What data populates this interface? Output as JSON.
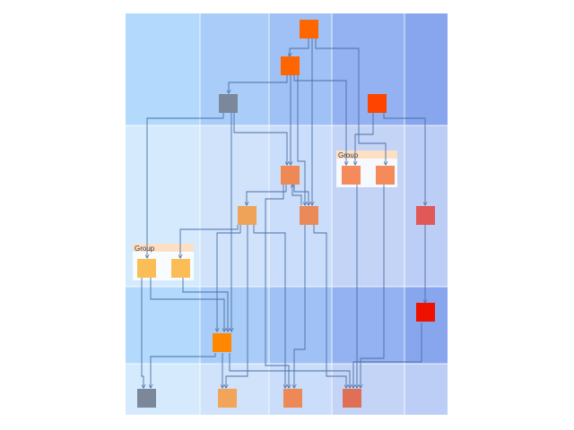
{
  "colors": {
    "col1": "#b3dafc",
    "col2": "#a9cdf8",
    "col3": "#9fc1f6",
    "col4": "#94b1f1",
    "col5": "#88a6ee",
    "row_tint": "#ffffff",
    "grid_line": "#ffffff",
    "edge": "#4a6fa5",
    "group_header": "#fde0c4",
    "group_body": "#ffffff"
  },
  "groups": [
    {
      "id": "g1",
      "label": "Group"
    },
    {
      "id": "g2",
      "label": "Group"
    }
  ],
  "nodes": [
    {
      "id": "n1",
      "color": "#ff6600",
      "shape": "square"
    },
    {
      "id": "n2",
      "color": "#ff6600",
      "shape": "square"
    },
    {
      "id": "n3",
      "color": "#7a8899",
      "shape": "square"
    },
    {
      "id": "n4",
      "color": "#ff4400",
      "shape": "square"
    },
    {
      "id": "n5",
      "color": "#ee8855",
      "shape": "square"
    },
    {
      "id": "n6",
      "color": "#f58a5a",
      "shape": "square"
    },
    {
      "id": "n7",
      "color": "#f58a5a",
      "shape": "square"
    },
    {
      "id": "n8",
      "color": "#eea358",
      "shape": "square"
    },
    {
      "id": "n9",
      "color": "#ea8a58",
      "shape": "square"
    },
    {
      "id": "n10",
      "color": "#e05858",
      "shape": "square"
    },
    {
      "id": "n11",
      "color": "#fbbd55",
      "shape": "square"
    },
    {
      "id": "n12",
      "color": "#fbbd55",
      "shape": "square"
    },
    {
      "id": "n13",
      "color": "#ee1100",
      "shape": "square"
    },
    {
      "id": "n14",
      "color": "#ff8800",
      "shape": "square"
    },
    {
      "id": "n15",
      "color": "#7a8899",
      "shape": "square"
    },
    {
      "id": "n16",
      "color": "#f2a45a",
      "shape": "square"
    },
    {
      "id": "n17",
      "color": "#ee8855",
      "shape": "square"
    },
    {
      "id": "n18",
      "color": "#e07055",
      "shape": "square"
    }
  ],
  "edges": [
    {
      "from": "n1",
      "to": "n2"
    },
    {
      "from": "n2",
      "to": "n3"
    },
    {
      "from": "n2",
      "to": "n5"
    },
    {
      "from": "n2",
      "to": "n6"
    },
    {
      "from": "n2",
      "to": "n9"
    },
    {
      "from": "n1",
      "to": "n9"
    },
    {
      "from": "n1",
      "to": "n7"
    },
    {
      "from": "n3",
      "to": "n5"
    },
    {
      "from": "n3",
      "to": "n11"
    },
    {
      "from": "n4",
      "to": "n6"
    },
    {
      "from": "n4",
      "to": "n10"
    },
    {
      "from": "n5",
      "to": "n8"
    },
    {
      "from": "n5",
      "to": "n9"
    },
    {
      "from": "n9",
      "to": "n5"
    },
    {
      "from": "n8",
      "to": "n14"
    },
    {
      "from": "n8",
      "to": "n12"
    },
    {
      "from": "n8",
      "to": "n17"
    },
    {
      "from": "n9",
      "to": "n18"
    },
    {
      "from": "n9",
      "to": "n17"
    },
    {
      "from": "n6",
      "to": "n18"
    },
    {
      "from": "n7",
      "to": "n18"
    },
    {
      "from": "n10",
      "to": "n13"
    },
    {
      "from": "n11",
      "to": "n14"
    },
    {
      "from": "n12",
      "to": "n14"
    },
    {
      "from": "n11",
      "to": "n15"
    },
    {
      "from": "n14",
      "to": "n15"
    },
    {
      "from": "n14",
      "to": "n16"
    },
    {
      "from": "n14",
      "to": "n18"
    },
    {
      "from": "n13",
      "to": "n18"
    },
    {
      "from": "n3",
      "to": "n14"
    },
    {
      "from": "n8",
      "to": "n16"
    },
    {
      "from": "n5",
      "to": "n17"
    }
  ]
}
